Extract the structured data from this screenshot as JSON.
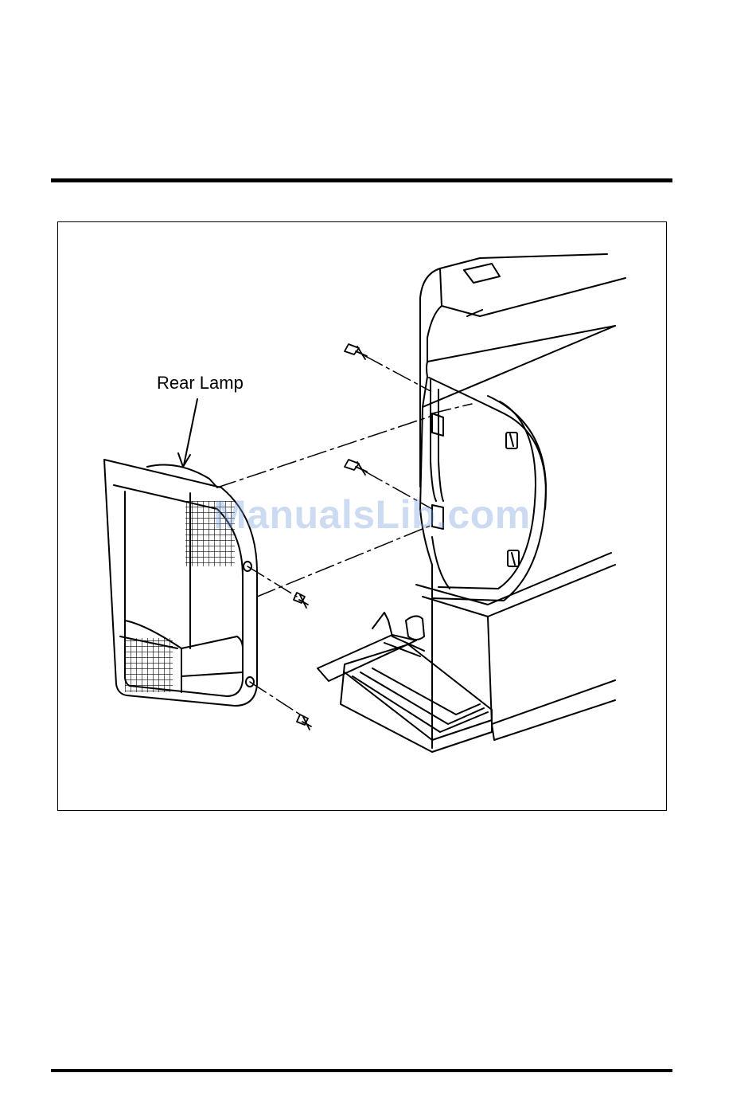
{
  "figure": {
    "callout": "Rear Lamp",
    "watermark": "ManualsLib.com"
  },
  "illustration": {
    "subject": "rear-lamp-removal",
    "parts": [
      "rear-lamp-assembly",
      "mounting-screws",
      "vehicle-body-corner",
      "rear-step"
    ]
  }
}
